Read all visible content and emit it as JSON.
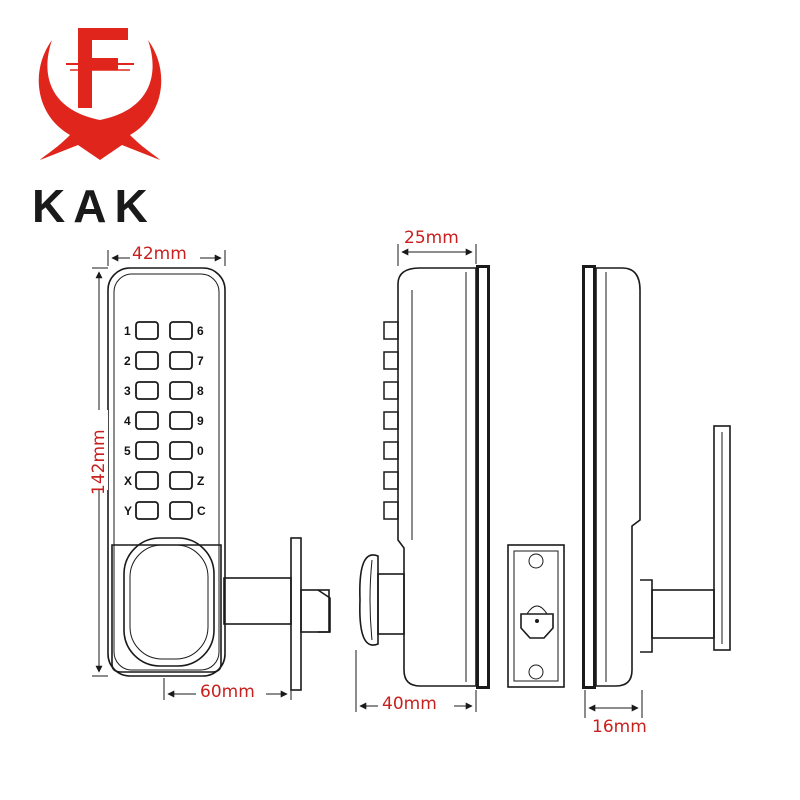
{
  "brand": {
    "name": "KAK",
    "logo_icon": "kak-f-crescent-logo-icon",
    "logo_color": "#e0261c"
  },
  "dimensions": {
    "front_width": "42mm",
    "front_height": "142mm",
    "front_spindle": "60mm",
    "side_depth": "25mm",
    "side_total": "40mm",
    "back_lever": "16mm"
  },
  "colors": {
    "dimension_text": "#c8201e",
    "line": "#1a1a1a"
  },
  "keypad": {
    "left_labels": [
      "1",
      "2",
      "3",
      "4",
      "5",
      "X",
      "Y"
    ],
    "right_labels": [
      "6",
      "7",
      "8",
      "9",
      "0",
      "Z",
      "C"
    ]
  }
}
